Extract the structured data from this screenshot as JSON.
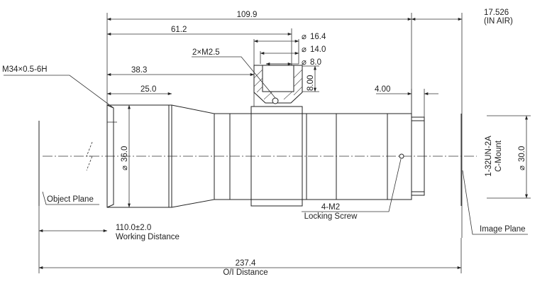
{
  "dimensions": {
    "overall_length": "109.9",
    "back_focus": "17.526",
    "back_focus_note": "(IN AIR)",
    "to_mount_hole": "61.2",
    "to_front_step": "38.3",
    "front_barrel": "25.0",
    "flange_thickness": "4.00",
    "dia_16_4": "16.4",
    "dia_14_0": "14.0",
    "dia_8_0": "8.0",
    "depth_8_00": "8.00",
    "front_diameter": "36.0",
    "rear_diameter": "30.0",
    "working_distance_value": "110.0±2.0",
    "working_distance_label": "Working Distance",
    "oi_distance_value": "237.4",
    "oi_distance_label": "O/I Distance"
  },
  "labels": {
    "filter_thread": "M34×0.5-6H",
    "mount_thread": "2×M2.5",
    "object_plane": "Object Plane",
    "image_plane": "Image Plane",
    "locking_screw_spec": "4-M2",
    "locking_screw": "Locking Screw",
    "mount_thread_spec": "1-32UN-2A",
    "mount_type": "C-Mount"
  }
}
